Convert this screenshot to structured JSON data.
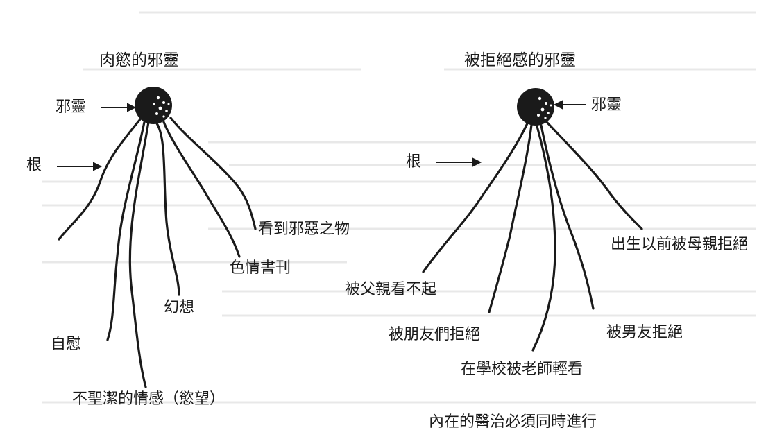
{
  "colors": {
    "ink": "#1a1a1a",
    "paper": "#ffffff",
    "speckle": "#ffffff",
    "bleed": "#bdbdbd"
  },
  "left_diagram": {
    "title": "肉慾的邪靈",
    "spirit_label": "邪靈",
    "root_label": "根",
    "roots": [
      "看到邪惡之物",
      "色情書刊",
      "幻想",
      "自慰",
      "不聖潔的情感（慾望）"
    ]
  },
  "right_diagram": {
    "title": "被拒絕感的邪靈",
    "spirit_label": "邪靈",
    "root_label": "根",
    "roots": [
      "出生以前被母親拒絕",
      "被父親看不起",
      "被朋友們拒絕",
      "被男友拒絕",
      "在學校被老師輕看"
    ]
  },
  "footer": "內在的醫治必須同時進行"
}
